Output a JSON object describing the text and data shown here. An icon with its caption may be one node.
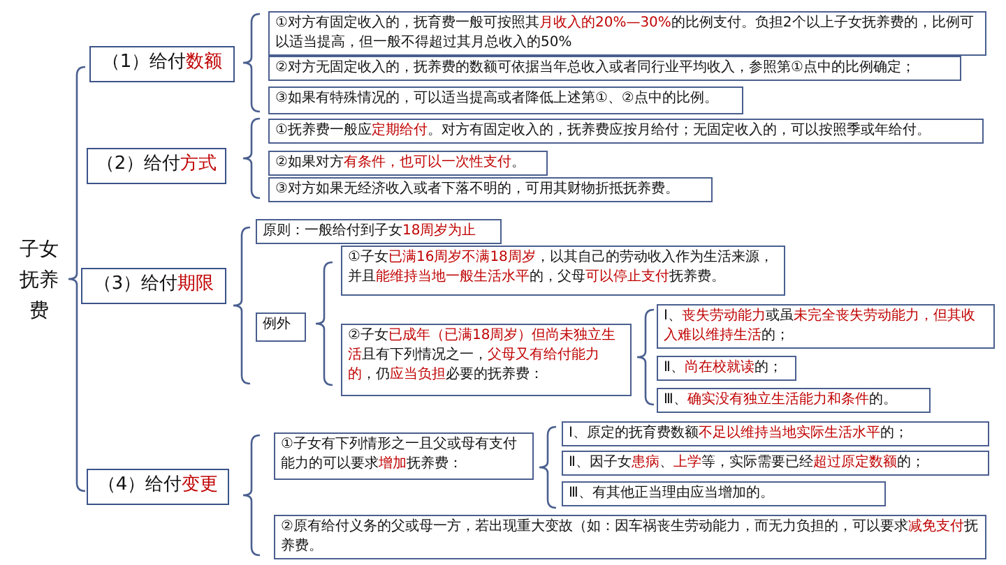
{
  "diagram": {
    "nodes": [
      {
        "text": [
          "（1）给付**数额**"
        ]
      },
      {
        "text": [
          "①对方有固定收入的，抚育费一般可按照其**月收入的20%—30%**的比例支付。负担2个以上子女抚养费的，比例可以适当提高，但一般不得超过其月总收入的50%"
        ]
      },
      {
        "text": [
          "②对方无固定收入的，抚养费的数额可依据当年总收入或者同行业平均收入，参照第①点中的比例确定；"
        ]
      },
      {
        "text": [
          "③如果有特殊情况的，可以适当提高或者降低上述第①、②点中的比例。"
        ]
      },
      {
        "text": [
          "（2）给付**方式**"
        ]
      },
      {
        "text": [
          "①抚养费一般应**定期给付**。对方有固定收入的，抚养费应按月给付；无固定收入的，可以按照季或年给付。"
        ]
      },
      {
        "text": [
          "②如果对方**有条件，也可以一次性支付**。"
        ]
      },
      {
        "text": [
          "③对方如果无经济收入或者下落不明的，可用其财物折抵抚养费。"
        ]
      },
      {
        "text": [
          "（3）给付**期限**"
        ]
      },
      {
        "text": [
          "原则：一般给付到子女**18周岁为止**"
        ]
      },
      {
        "text": [
          "例外"
        ]
      },
      {
        "text": [
          "①子女**已满16周岁不满18周岁**，以其自己的劳动收入作为生活来源，并且**能维持当地一般生活水平**的，父母**可以停止支付**抚养费。"
        ]
      },
      {
        "text": [
          "②子女**已成年（已满18周岁）但尚未独立生活**且有下列情况之一，**父母又有给付能力的**，仍**应当负担**必要的抚养费："
        ]
      },
      {
        "text": [
          "Ⅰ、**丧失劳动能力**或虽**未完全丧失劳动能力，但其收入难以维持生活**的；"
        ]
      },
      {
        "text": [
          "Ⅱ、**尚在校就读**的；"
        ]
      },
      {
        "text": [
          "Ⅲ、**确实没有独立生活能力和条件**的。"
        ]
      },
      {
        "text": [
          "（4）给付**变更**"
        ]
      },
      {
        "text": [
          "①子女有下列情形之一且父或母有支付能力的可以要求**增加**抚养费："
        ]
      },
      {
        "text": [
          "Ⅰ、原定的抚育费数额**不足以维持当地实际生活水平**的；"
        ]
      },
      {
        "text": [
          "Ⅱ、因子女**患病**、**上学**等，实际需要已经**超过原定数额**的；"
        ]
      },
      {
        "text": [
          "Ⅲ、有其他正当理由应当增加的。"
        ]
      },
      {
        "text": [
          "②原有给付义务的父或母一方，若出现重大变故（如：因车祸丧生劳动能力，而无力负担的，可以要求**减免支付**抚养费。"
        ]
      }
    ],
    "labels": [
      "子女抚养费"
    ]
  }
}
